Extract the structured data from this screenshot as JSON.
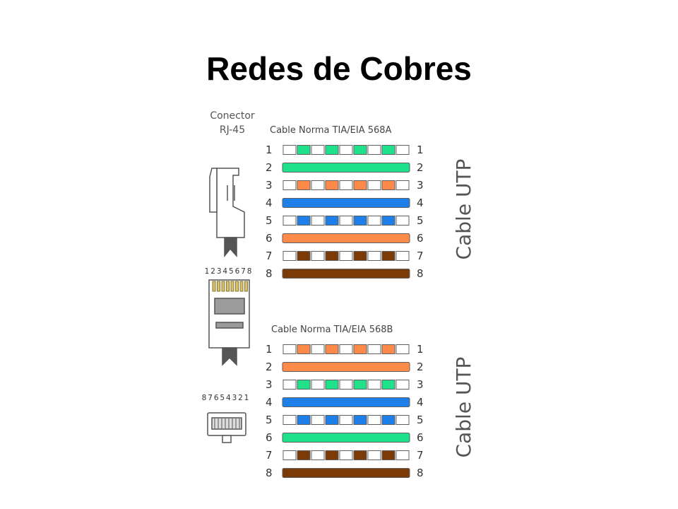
{
  "title": "Redes de Cobres",
  "connector": {
    "label_line1": "Conector",
    "label_line2": "RJ-45",
    "pins_top": "12345678",
    "pins_bottom": "87654321"
  },
  "colors": {
    "green": "#1fe18b",
    "orange": "#ff8a4a",
    "blue": "#1f7fe8",
    "brown": "#7a3b08",
    "white": "#ffffff",
    "outline": "#5f5f5f"
  },
  "tables": [
    {
      "heading": "Cable Norma TIA/EIA 568A",
      "side_label": "Cable UTP",
      "wires": [
        {
          "n": "1",
          "color": "green",
          "striped": true
        },
        {
          "n": "2",
          "color": "green",
          "striped": false
        },
        {
          "n": "3",
          "color": "orange",
          "striped": true
        },
        {
          "n": "4",
          "color": "blue",
          "striped": false
        },
        {
          "n": "5",
          "color": "blue",
          "striped": true
        },
        {
          "n": "6",
          "color": "orange",
          "striped": false
        },
        {
          "n": "7",
          "color": "brown",
          "striped": true
        },
        {
          "n": "8",
          "color": "brown",
          "striped": false
        }
      ]
    },
    {
      "heading": "Cable Norma TIA/EIA 568B",
      "side_label": "Cable UTP",
      "wires": [
        {
          "n": "1",
          "color": "orange",
          "striped": true
        },
        {
          "n": "2",
          "color": "orange",
          "striped": false
        },
        {
          "n": "3",
          "color": "green",
          "striped": true
        },
        {
          "n": "4",
          "color": "blue",
          "striped": false
        },
        {
          "n": "5",
          "color": "blue",
          "striped": true
        },
        {
          "n": "6",
          "color": "green",
          "striped": false
        },
        {
          "n": "7",
          "color": "brown",
          "striped": true
        },
        {
          "n": "8",
          "color": "brown",
          "striped": false
        }
      ]
    }
  ]
}
